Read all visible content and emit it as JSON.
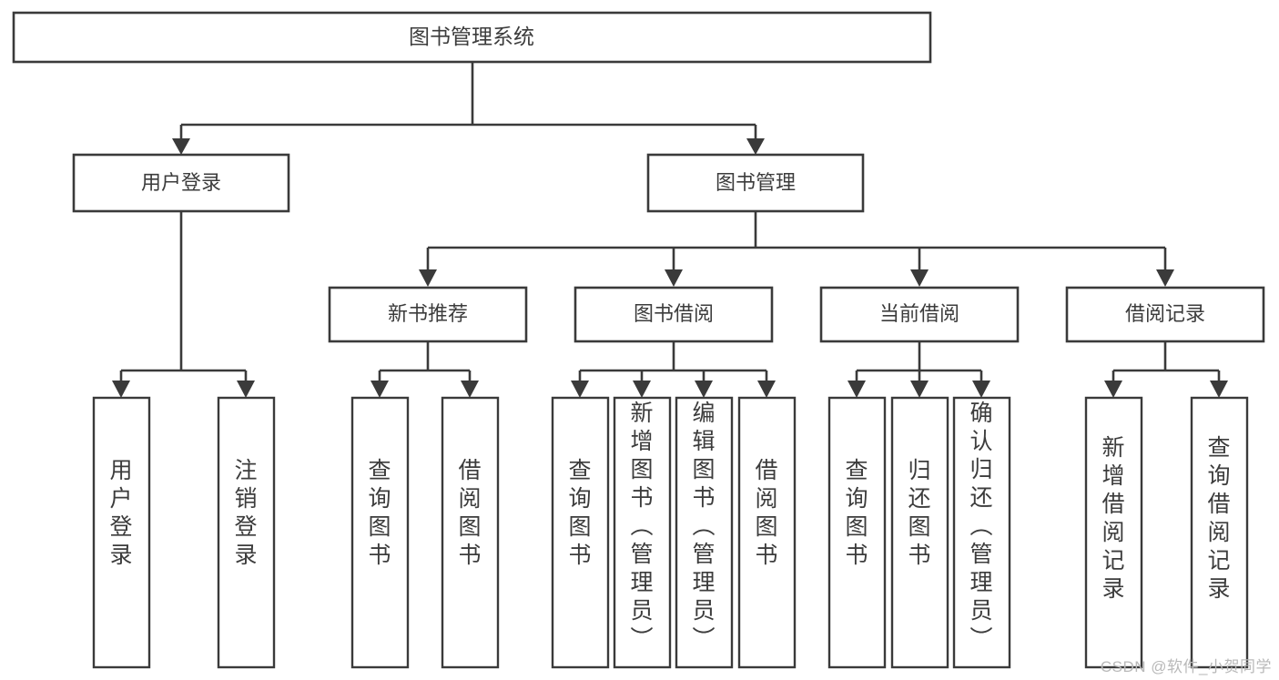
{
  "diagram": {
    "type": "tree-hierarchy-chart",
    "title": "图书管理系统",
    "watermark": "CSDN @软件_小贺同学",
    "colors": {
      "stroke": "#3a3a3a",
      "box_fill": "#ffffff",
      "text": "#3c3c3c",
      "background": "#ffffff",
      "watermark": "#b9b9b9"
    },
    "levels": {
      "level1": [
        {
          "id": "root",
          "label": "图书管理系统"
        }
      ],
      "level2": [
        {
          "id": "user-login",
          "label": "用户登录"
        },
        {
          "id": "book-manage",
          "label": "图书管理"
        }
      ],
      "level3": [
        {
          "id": "new-book-rec",
          "label": "新书推荐",
          "parent": "book-manage"
        },
        {
          "id": "book-borrow",
          "label": "图书借阅",
          "parent": "book-manage"
        },
        {
          "id": "current-borrow",
          "label": "当前借阅",
          "parent": "book-manage"
        },
        {
          "id": "borrow-record",
          "label": "借阅记录",
          "parent": "book-manage"
        }
      ],
      "level4": [
        {
          "id": "leaf-user-login",
          "label": "用户登录",
          "parent": "user-login"
        },
        {
          "id": "leaf-logout",
          "label": "注销登录",
          "parent": "user-login"
        },
        {
          "id": "leaf-query-book-1",
          "label": "查询图书",
          "parent": "new-book-rec"
        },
        {
          "id": "leaf-borrow-book-1",
          "label": "借阅图书",
          "parent": "new-book-rec"
        },
        {
          "id": "leaf-query-book-2",
          "label": "查询图书",
          "parent": "book-borrow"
        },
        {
          "id": "leaf-add-book",
          "label": "新增图书（管理员）",
          "parent": "book-borrow"
        },
        {
          "id": "leaf-edit-book",
          "label": "编辑图书（管理员）",
          "parent": "book-borrow"
        },
        {
          "id": "leaf-borrow-book-2",
          "label": "借阅图书",
          "parent": "book-borrow"
        },
        {
          "id": "leaf-query-book-3",
          "label": "查询图书",
          "parent": "current-borrow"
        },
        {
          "id": "leaf-return-book",
          "label": "归还图书",
          "parent": "current-borrow"
        },
        {
          "id": "leaf-confirm-return",
          "label": "确认归还（管理员）",
          "parent": "current-borrow"
        },
        {
          "id": "leaf-add-record",
          "label": "新增借阅记录",
          "parent": "borrow-record"
        },
        {
          "id": "leaf-query-record",
          "label": "查询借阅记录",
          "parent": "borrow-record"
        }
      ]
    }
  }
}
